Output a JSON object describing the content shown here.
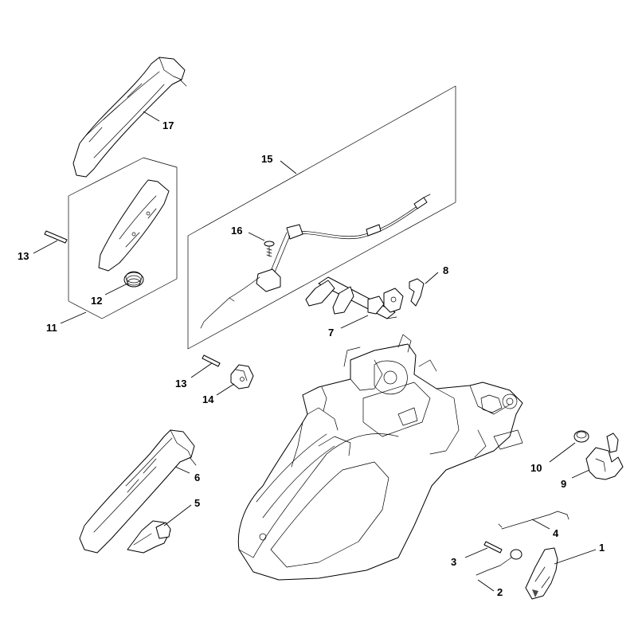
{
  "diagram": {
    "callouts": [
      "1",
      "2",
      "3",
      "4",
      "5",
      "6",
      "7",
      "8",
      "9",
      "10",
      "11",
      "12",
      "13",
      "13",
      "14",
      "15",
      "16",
      "17"
    ]
  }
}
